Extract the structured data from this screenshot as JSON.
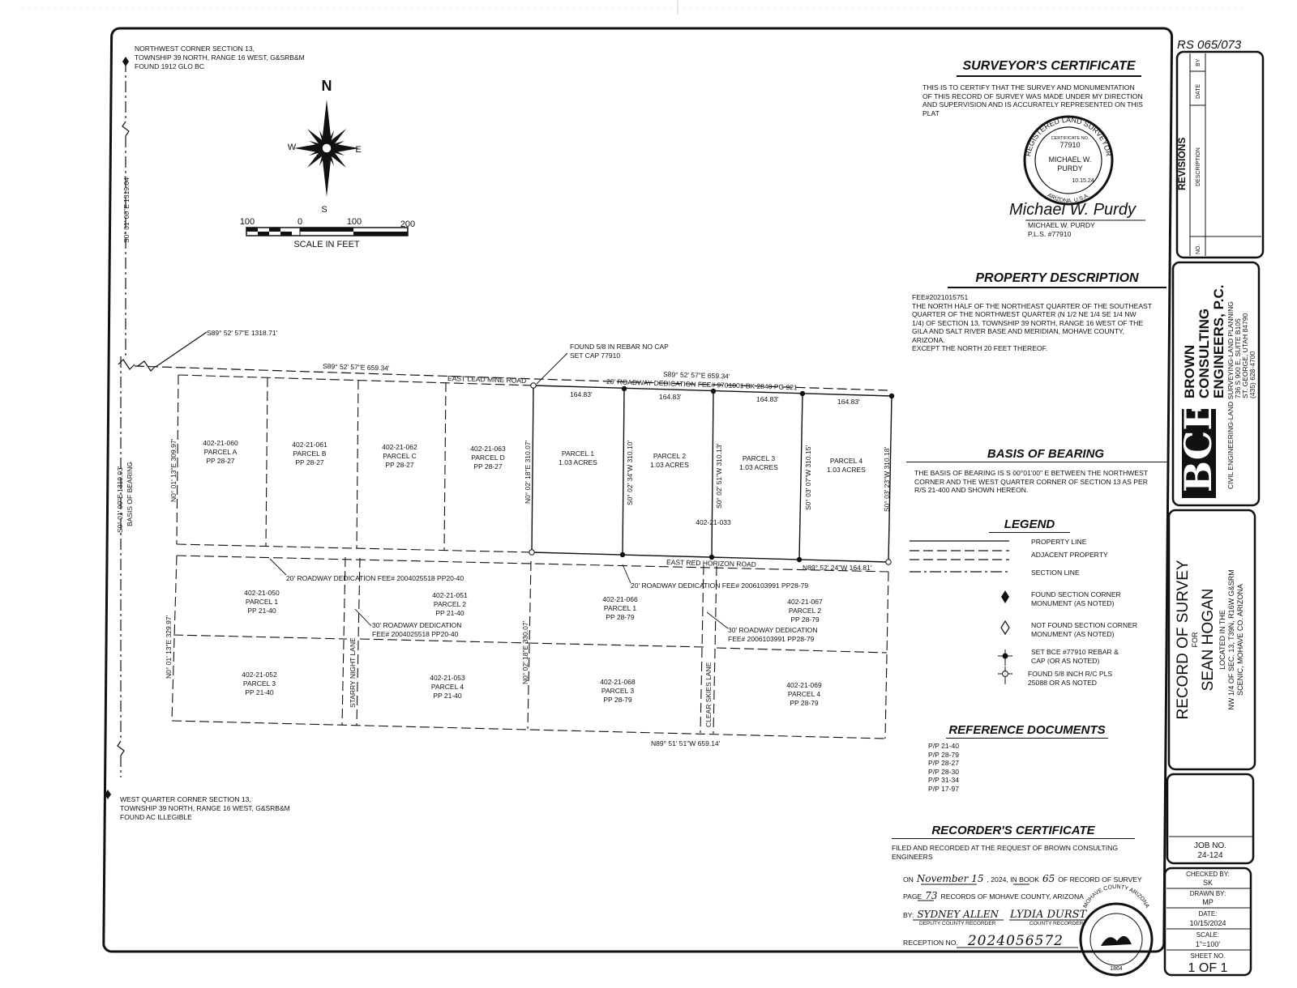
{
  "sheet_ref": "RS 065/073",
  "corners": {
    "nw": [
      "NORTHWEST CORNER SECTION 13,",
      "TOWNSHIP 39 NORTH, RANGE 16 WEST, G&SRB&M",
      "FOUND 1912 GLO BC"
    ],
    "w": [
      "WEST QUARTER CORNER SECTION 13,",
      "TOWNSHIP 39 NORTH, RANGE 16 WEST, G&SRB&M",
      "FOUND AC ILLEGIBLE"
    ]
  },
  "north_arrow": {
    "n": "N",
    "s": "S",
    "e": "E",
    "w": "W"
  },
  "scale_bar": {
    "labels": [
      "100",
      "0",
      "100",
      "200"
    ],
    "title": "SCALE IN FEET"
  },
  "calls": {
    "section_line_upper": "S0° 01' 00\"E 1319.04'",
    "section_line_lower": "S0° 01' 00\"E 1319.03'",
    "basis_label": "BASIS OF BEARING",
    "top_full": "S89° 52' 57\"E 1318.71'",
    "top_west": "S89° 52' 57\"E 659.34'",
    "top_east": "S89° 52' 57\"E 659.34'",
    "found_rebar": [
      "FOUND 5/8 IN REBAR NO CAP",
      "SET CAP 77910"
    ],
    "north_dedication": "20' ROADWAY DEDICATION FEE# 9701001 BK 2840 PG 921",
    "west_upper": "N0° 01' 13\"E 309.97'",
    "west_lower": "N0° 01' 13\"E 329.97'",
    "mid_upper": "N0° 02' 18\"E 310.07'",
    "mid_lower": "N0° 02' 18\"E 330.07'",
    "p1_east": "S0° 02' 34\"W 310.10'",
    "p2_east": "S0° 02' 51\"W 310.13'",
    "p3_east": "S0° 03' 07\"W 310.15'",
    "p4_east": "S0° 03' 23\"W 310.18'",
    "widths": [
      "164.83'",
      "164.83'",
      "164.83'",
      "164.83'"
    ],
    "red_horizon_call": "N89° 52' 24\"W 164.81'",
    "bottom": "N89° 51' 51\"W 659.14'"
  },
  "roads": {
    "lead_mine": "EAST LEAD MINE ROAD",
    "red_horizon": "EAST RED HORIZON ROAD",
    "starry": "STARRY NIGHT LANE",
    "clear": "CLEAR SKIES LANE"
  },
  "dedications": {
    "west_20": "20' ROADWAY DEDICATION FEE# 2004025518 PP20-40",
    "west_30": [
      "30' ROADWAY DEDICATION",
      "FEE# 2004025518 PP20-40"
    ],
    "east_20": "20' ROADWAY DEDICATION FEE# 2006103991 PP28-79",
    "east_30": [
      "30' ROADWAY DEDICATION",
      "FEE# 2006103991 PP28-79"
    ]
  },
  "parcels": [
    {
      "apn": "402-21-060",
      "name": "PARCEL A",
      "ref": "PP 28-27"
    },
    {
      "apn": "402-21-061",
      "name": "PARCEL B",
      "ref": "PP 28-27"
    },
    {
      "apn": "402-21-062",
      "name": "PARCEL C",
      "ref": "PP 28-27"
    },
    {
      "apn": "402-21-063",
      "name": "PARCEL D",
      "ref": "PP 28-27"
    },
    {
      "apn": "",
      "name": "PARCEL 1",
      "ref": "1.03 ACRES"
    },
    {
      "apn": "",
      "name": "PARCEL 2",
      "ref": "1.03 ACRES"
    },
    {
      "apn": "",
      "name": "PARCEL 3",
      "ref": "1.03 ACRES"
    },
    {
      "apn": "",
      "name": "PARCEL 4",
      "ref": "1.03 ACRES"
    },
    {
      "apn": "402-21-050",
      "name": "PARCEL 1",
      "ref": "PP 21-40"
    },
    {
      "apn": "402-21-051",
      "name": "PARCEL 2",
      "ref": "PP 21-40"
    },
    {
      "apn": "402-21-066",
      "name": "PARCEL 1",
      "ref": "PP 28-79"
    },
    {
      "apn": "402-21-067",
      "name": "PARCEL 2",
      "ref": "PP 28-79"
    },
    {
      "apn": "402-21-052",
      "name": "PARCEL 3",
      "ref": "PP 21-40"
    },
    {
      "apn": "402-21-053",
      "name": "PARCEL 4",
      "ref": "PP 21-40"
    },
    {
      "apn": "402-21-068",
      "name": "PARCEL 3",
      "ref": "PP 28-79"
    },
    {
      "apn": "402-21-069",
      "name": "PARCEL 4",
      "ref": "PP 28-79"
    }
  ],
  "overall_apn": "402-21-033",
  "surveyor_certificate": {
    "title": "SURVEYOR'S CERTIFICATE",
    "lines": [
      "THIS IS TO CERTIFY THAT THE SURVEY AND MONUMENTATION",
      "OF THIS RECORD OF SURVEY WAS MADE UNDER MY DIRECTION",
      "AND SUPERVISION AND IS ACCURATELY REPRESENTED ON THIS",
      "PLAT"
    ],
    "seal_ring": "REGISTERED LAND SURVEYOR",
    "seal_cert": "CERTIFICATE NO.",
    "seal_number": "77910",
    "seal_name": [
      "MICHAEL W.",
      "PURDY"
    ],
    "seal_date": "10.15.24",
    "seal_state": "ARIZONA, U.S.A.",
    "signature": "Michael W. Purdy",
    "name": "MICHAEL W. PURDY",
    "pls": "P.L.S. #77910"
  },
  "property_description": {
    "title": "PROPERTY DESCRIPTION",
    "lines": [
      "FEE#2021015751",
      "THE NORTH HALF OF THE NORTHEAST QUARTER OF THE SOUTHEAST",
      "QUARTER OF THE NORTHWEST QUARTER (N 1/2 NE 1/4 SE 1/4 NW",
      "1/4) OF SECTION 13, TOWNSHIP 39 NORTH, RANGE 16 WEST OF THE",
      "GILA AND SALT RIVER BASE AND MERIDIAN, MOHAVE COUNTY,",
      "ARIZONA.",
      "EXCEPT THE NORTH 20 FEET THEREOF."
    ]
  },
  "basis_of_bearing": {
    "title": "BASIS OF BEARING",
    "lines": [
      "THE BASIS OF BEARING IS S 00°01'00\" E BETWEEN THE NORTHWEST",
      "CORNER AND THE WEST QUARTER CORNER OF SECTION 13 AS PER",
      "R/S 21-400 AND SHOWN HEREON."
    ]
  },
  "legend": {
    "title": "LEGEND",
    "items": [
      "PROPERTY LINE",
      "ADJACENT PROPERTY",
      "SECTION LINE"
    ],
    "monuments": [
      [
        "FOUND SECTION CORNER",
        "MONUMENT (AS NOTED)"
      ],
      [
        "NOT FOUND SECTION CORNER",
        "MONUMENT (AS NOTED)"
      ],
      [
        "SET BCE #77910 REBAR &",
        "CAP (OR AS NOTED)"
      ],
      [
        "FOUND  5/8 INCH R/C PLS",
        "25088 OR AS NOTED"
      ]
    ]
  },
  "reference_documents": {
    "title": "REFERENCE DOCUMENTS",
    "items": [
      "P/P  21-40",
      "P/P  28-79",
      "P/P  28-27",
      "P/P  28-30",
      "P/P  31-34",
      "P/P  17-97"
    ]
  },
  "recorder_certificate": {
    "title": "RECORDER'S CERTIFICATE",
    "lines": [
      "FILED AND RECORDED AT THE REQUEST OF BROWN CONSULTING",
      "ENGINEERS"
    ],
    "on": "ON",
    "date_hand": "November 15",
    "year_text": ", 2024, IN BOOK",
    "book_hand": "65",
    "book_text": "OF RECORD OF SURVEY",
    "page": "PAGE",
    "page_hand": "73",
    "page_text": "RECORDS OF MOHAVE COUNTY, ARIZONA",
    "by": "BY:",
    "deputy_hand": "SYDNEY ALLEN",
    "deputy_label": "DEPUTY COUNTY RECORDER",
    "recorder_hand": "LYDIA DURST",
    "recorder_label": "COUNTY RECORDER",
    "reception": "RECEPTION NO.",
    "reception_hand": "2024056572",
    "seal_ring": "MOHAVE COUNTY ARIZONA",
    "seal_year": "1864"
  },
  "title_block": {
    "revisions": "REVISIONS",
    "rev_cols": [
      "NO.",
      "DESCRIPTION",
      "DATE",
      "BY"
    ],
    "logo": "BCE",
    "firm": [
      "BROWN",
      "CONSULTING",
      "ENGINEERS, P.C."
    ],
    "firm_sub": "CIVIL ENGINEERING-LAND SURVEYING-LAND PLANNING",
    "address": [
      "736 S 900 E, SUITE B105",
      "ST. GEORGE, UTAH 84790",
      "(435) 628-4700"
    ],
    "project": [
      "RECORD OF SURVEY",
      "FOR",
      "SEAN HOGAN"
    ],
    "location": [
      "LOCATED IN THE",
      "NW 1/4 OF SEC. 13, T39N, R16W  G&SRM",
      "SCENIC, MOHAVE CO. ARIZONA"
    ],
    "job_label": "JOB NO.",
    "job": "24-124",
    "checked_label": "CHECKED BY:",
    "checked": "SK",
    "drawn_label": "DRAWN BY:",
    "drawn": "MP",
    "date_label": "DATE:",
    "date": "10/15/2024",
    "scale_label": "SCALE:",
    "scale": "1\"=100'",
    "sheet_label": "SHEET NO.",
    "sheet": "1 OF 1"
  }
}
